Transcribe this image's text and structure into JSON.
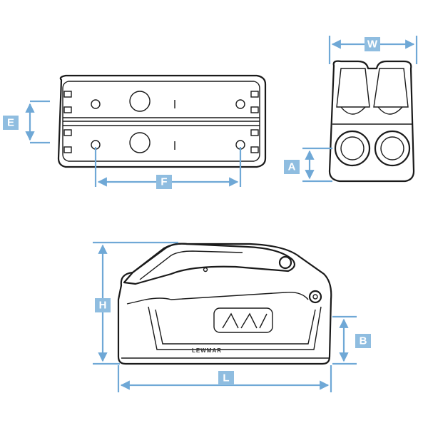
{
  "dimensions": {
    "W": "W",
    "E": "E",
    "F": "F",
    "A": "A",
    "H": "H",
    "B": "B",
    "L": "L"
  },
  "views": {
    "side": {
      "brand_text": "LEWMAR"
    }
  },
  "colors": {
    "dimension_line": "#6fa8d6",
    "label_tag": "#8fbde0",
    "outline": "#1a1a1a"
  }
}
